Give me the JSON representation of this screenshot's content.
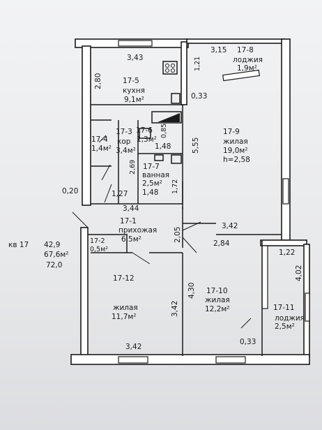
{
  "rooms": {
    "r8": {
      "id": "17-8",
      "name": "лоджия",
      "area": "1,9м²"
    },
    "r5": {
      "id": "17-5",
      "name": "кухня",
      "area": "9,1м²"
    },
    "r9": {
      "id": "17-9",
      "name": "жилая",
      "area": "19,0м²",
      "height": "h=2,58"
    },
    "r3": {
      "id": "17-3",
      "name": "кор",
      "area": "3,4м²"
    },
    "r4": {
      "id": "17-4",
      "area": "1,4м²"
    },
    "r6": {
      "id": "17-6",
      "area": "1,3м²"
    },
    "r7": {
      "id": "17-7",
      "name": "ванная",
      "area": "2,5м²"
    },
    "r1": {
      "id": "17-1",
      "name": "прихожая",
      "area": "6,5м²"
    },
    "r2": {
      "id": "17-2",
      "area": "0,5м²"
    },
    "r12": {
      "id": "17-12",
      "name": "жилая",
      "area": "11,7м²"
    },
    "r10": {
      "id": "17-10",
      "name": "жилая",
      "area": "12,2м²"
    },
    "r11": {
      "id": "17-11",
      "name": "лоджия",
      "area": "2,5м²"
    }
  },
  "dims": {
    "d343": "3,43",
    "d315": "3,15",
    "d121": "1,21",
    "d280": "2,80",
    "d033a": "0,33",
    "d085": "0,85",
    "d555": "5,55",
    "d148a": "1,48",
    "d269": "2,69",
    "d148b": "1,48",
    "d172": "1,72",
    "d020": "0,20",
    "d127": "1,27",
    "d344": "3,44",
    "d205": "2,05",
    "d342a": "3,42",
    "d284": "2,84",
    "d122": "1,22",
    "d402": "4,02",
    "d430": "4,30",
    "d342b": "3,42",
    "d033b": "0,33",
    "d342c": "3,42"
  },
  "summary": {
    "apt": "кв 17",
    "total": "42,9",
    "living": "67,6м²",
    "gross": "72,0"
  }
}
